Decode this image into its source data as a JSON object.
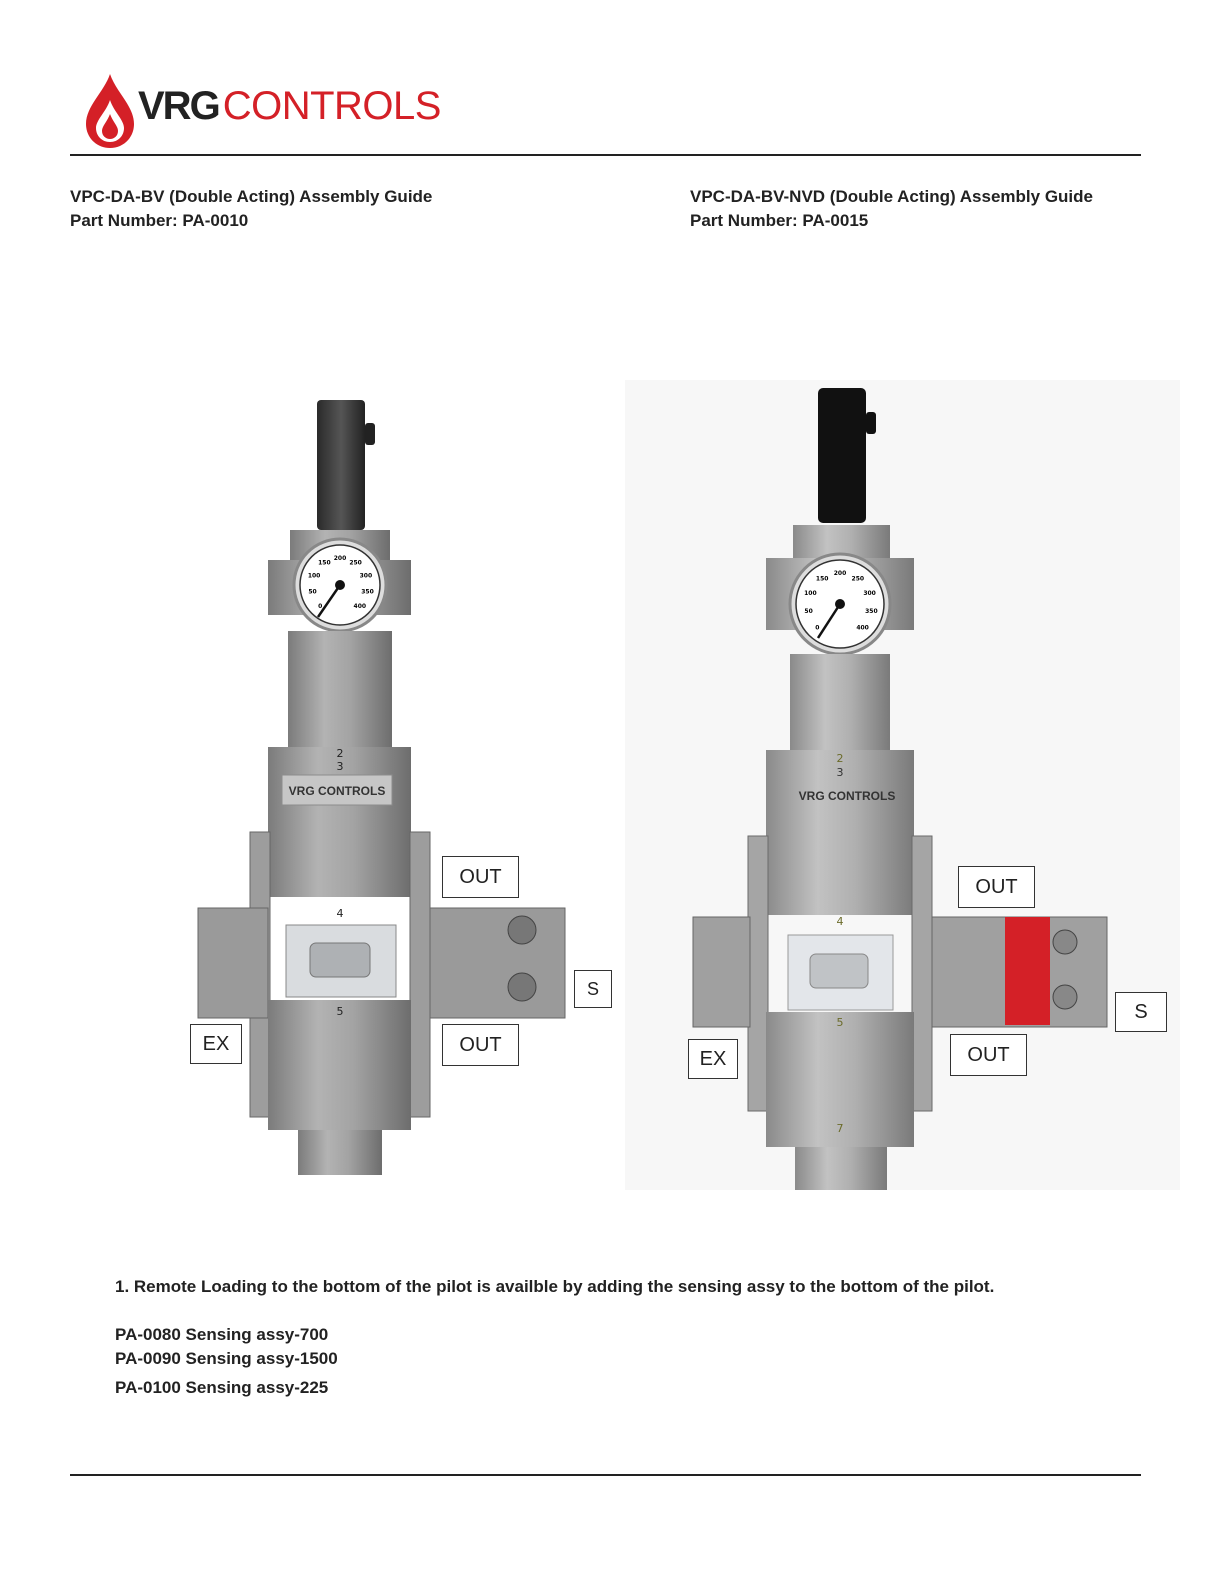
{
  "brand": {
    "name_bold": "VRG",
    "name_rest": "CONTROLS",
    "accent": "#d42027"
  },
  "left": {
    "title": "VPC-DA-BV (Double Acting) Assembly Guide",
    "part": "Part Number: PA-0010",
    "labels": {
      "out_top": "OUT",
      "out_bottom": "OUT",
      "ex": "EX",
      "s": "S"
    },
    "gauge_numbers": [
      "0",
      "50",
      "100",
      "150",
      "200",
      "250",
      "300",
      "350",
      "400"
    ],
    "body_brand": "VRG CONTROLS",
    "index_marks": [
      "2",
      "3",
      "4",
      "5"
    ]
  },
  "right": {
    "title": "VPC-DA-BV-NVD  (Double Acting) Assembly Guide",
    "part": "Part Number: PA-0015",
    "labels": {
      "out_top": "OUT",
      "out_bottom": "OUT",
      "ex": "EX",
      "s": "S"
    },
    "gauge_numbers": [
      "0",
      "50",
      "100",
      "150",
      "200",
      "250",
      "300",
      "350",
      "400"
    ],
    "body_brand": "VRG CONTROLS",
    "index_marks": [
      "2",
      "3",
      "4",
      "5",
      "7"
    ]
  },
  "notes": {
    "remote": "1. Remote Loading to the bottom of the pilot is availble by adding the sensing assy to the bottom of the pilot.",
    "items": [
      "PA-0080 Sensing assy-700",
      "PA-0090 Sensing assy-1500",
      "PA-0100 Sensing assy-225"
    ]
  }
}
